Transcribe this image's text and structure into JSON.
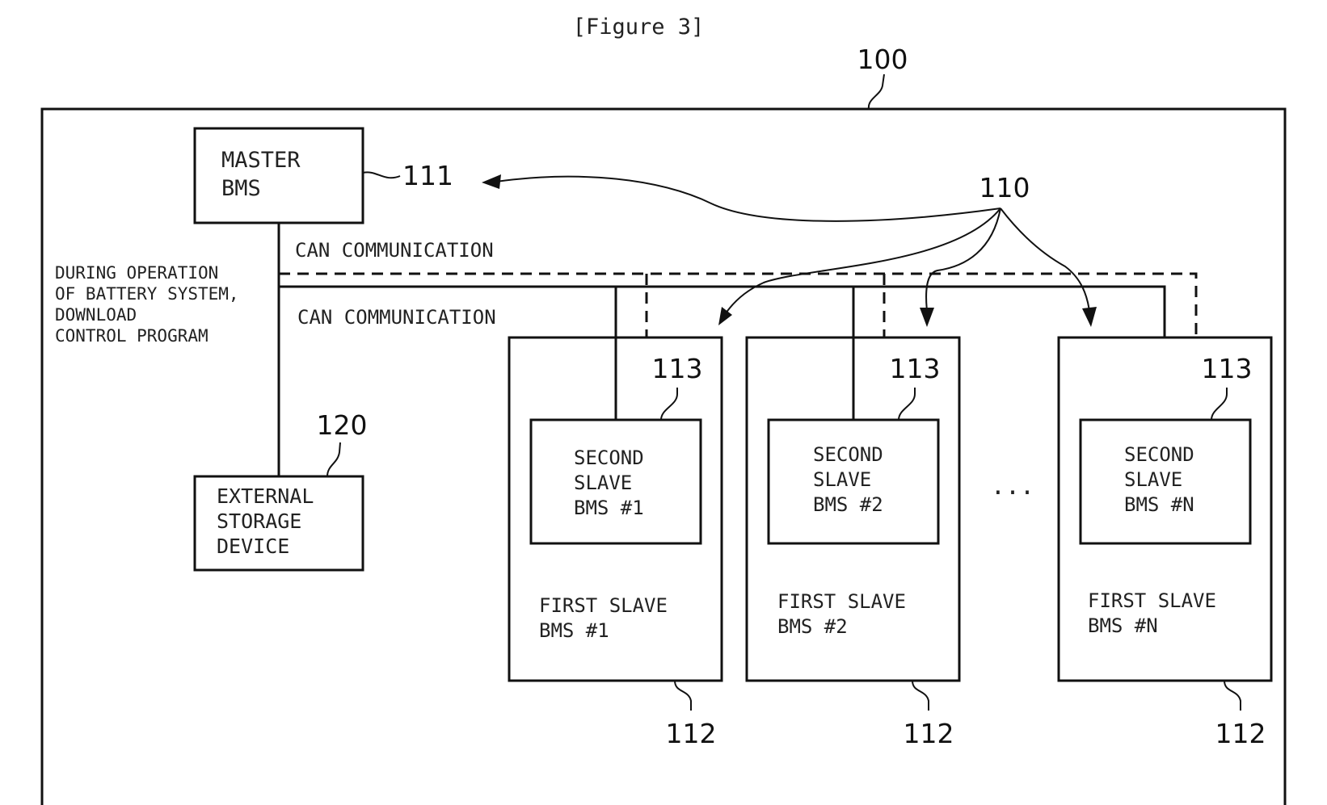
{
  "figure_title": "[Figure 3]",
  "ref_system": "100",
  "ref_bms_group": "110",
  "master": {
    "ref": "111",
    "line1": "MASTER",
    "line2": "BMS"
  },
  "external": {
    "ref": "120",
    "line1": "EXTERNAL",
    "line2": "STORAGE",
    "line3": "DEVICE"
  },
  "can_upper": "CAN COMMUNICATION",
  "can_lower": "CAN COMMUNICATION",
  "download_note": [
    "DURING OPERATION",
    "OF BATTERY SYSTEM,",
    "DOWNLOAD",
    "CONTROL PROGRAM"
  ],
  "ellipsis": "...",
  "slaves": [
    {
      "first_line1": "FIRST SLAVE",
      "first_line2": "BMS #1",
      "first_ref": "112",
      "second_line1": "SECOND",
      "second_line2": "SLAVE",
      "second_line3": "BMS #1",
      "second_ref": "113"
    },
    {
      "first_line1": "FIRST SLAVE",
      "first_line2": "BMS #2",
      "first_ref": "112",
      "second_line1": "SECOND",
      "second_line2": "SLAVE",
      "second_line3": "BMS #2",
      "second_ref": "113"
    },
    {
      "first_line1": "FIRST SLAVE",
      "first_line2": "BMS #N",
      "first_ref": "112",
      "second_line1": "SECOND",
      "second_line2": "SLAVE",
      "second_line3": "BMS #N",
      "second_ref": "113"
    }
  ]
}
